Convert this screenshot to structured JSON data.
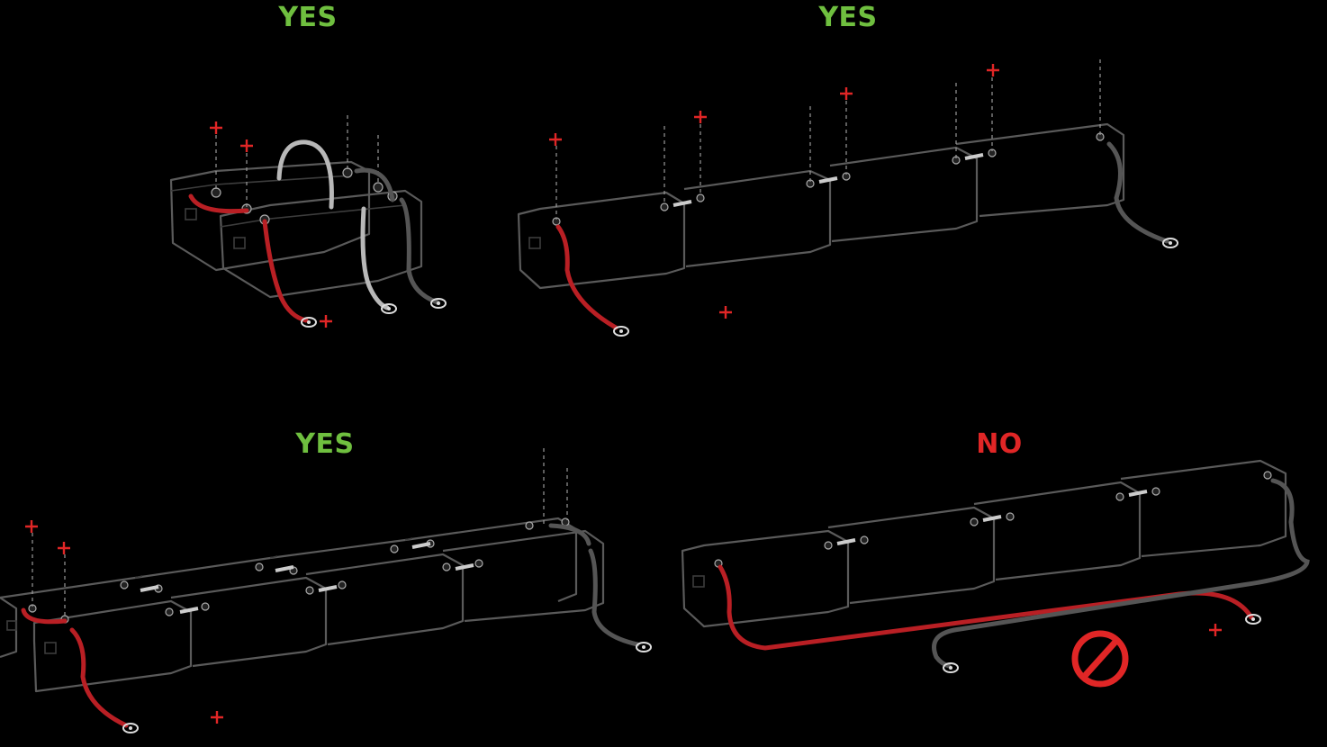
{
  "panels": [
    {
      "label": "YES",
      "status": "good",
      "color": "#6fbf3f"
    },
    {
      "label": "YES",
      "status": "good",
      "color": "#6fbf3f"
    },
    {
      "label": "YES",
      "status": "good",
      "color": "#6fbf3f"
    },
    {
      "label": "NO",
      "status": "bad",
      "color": "#e02626"
    }
  ],
  "colors": {
    "background": "#000000",
    "positive_cable": "#b91f24",
    "negative_cable": "#555555",
    "parallel_link": "#b8b8b8",
    "battery_outline": "#5a5a5a",
    "prohibited": "#e02626"
  },
  "icons": [
    "plus-sign-icon",
    "prohibited-icon",
    "ring-lug-icon"
  ]
}
